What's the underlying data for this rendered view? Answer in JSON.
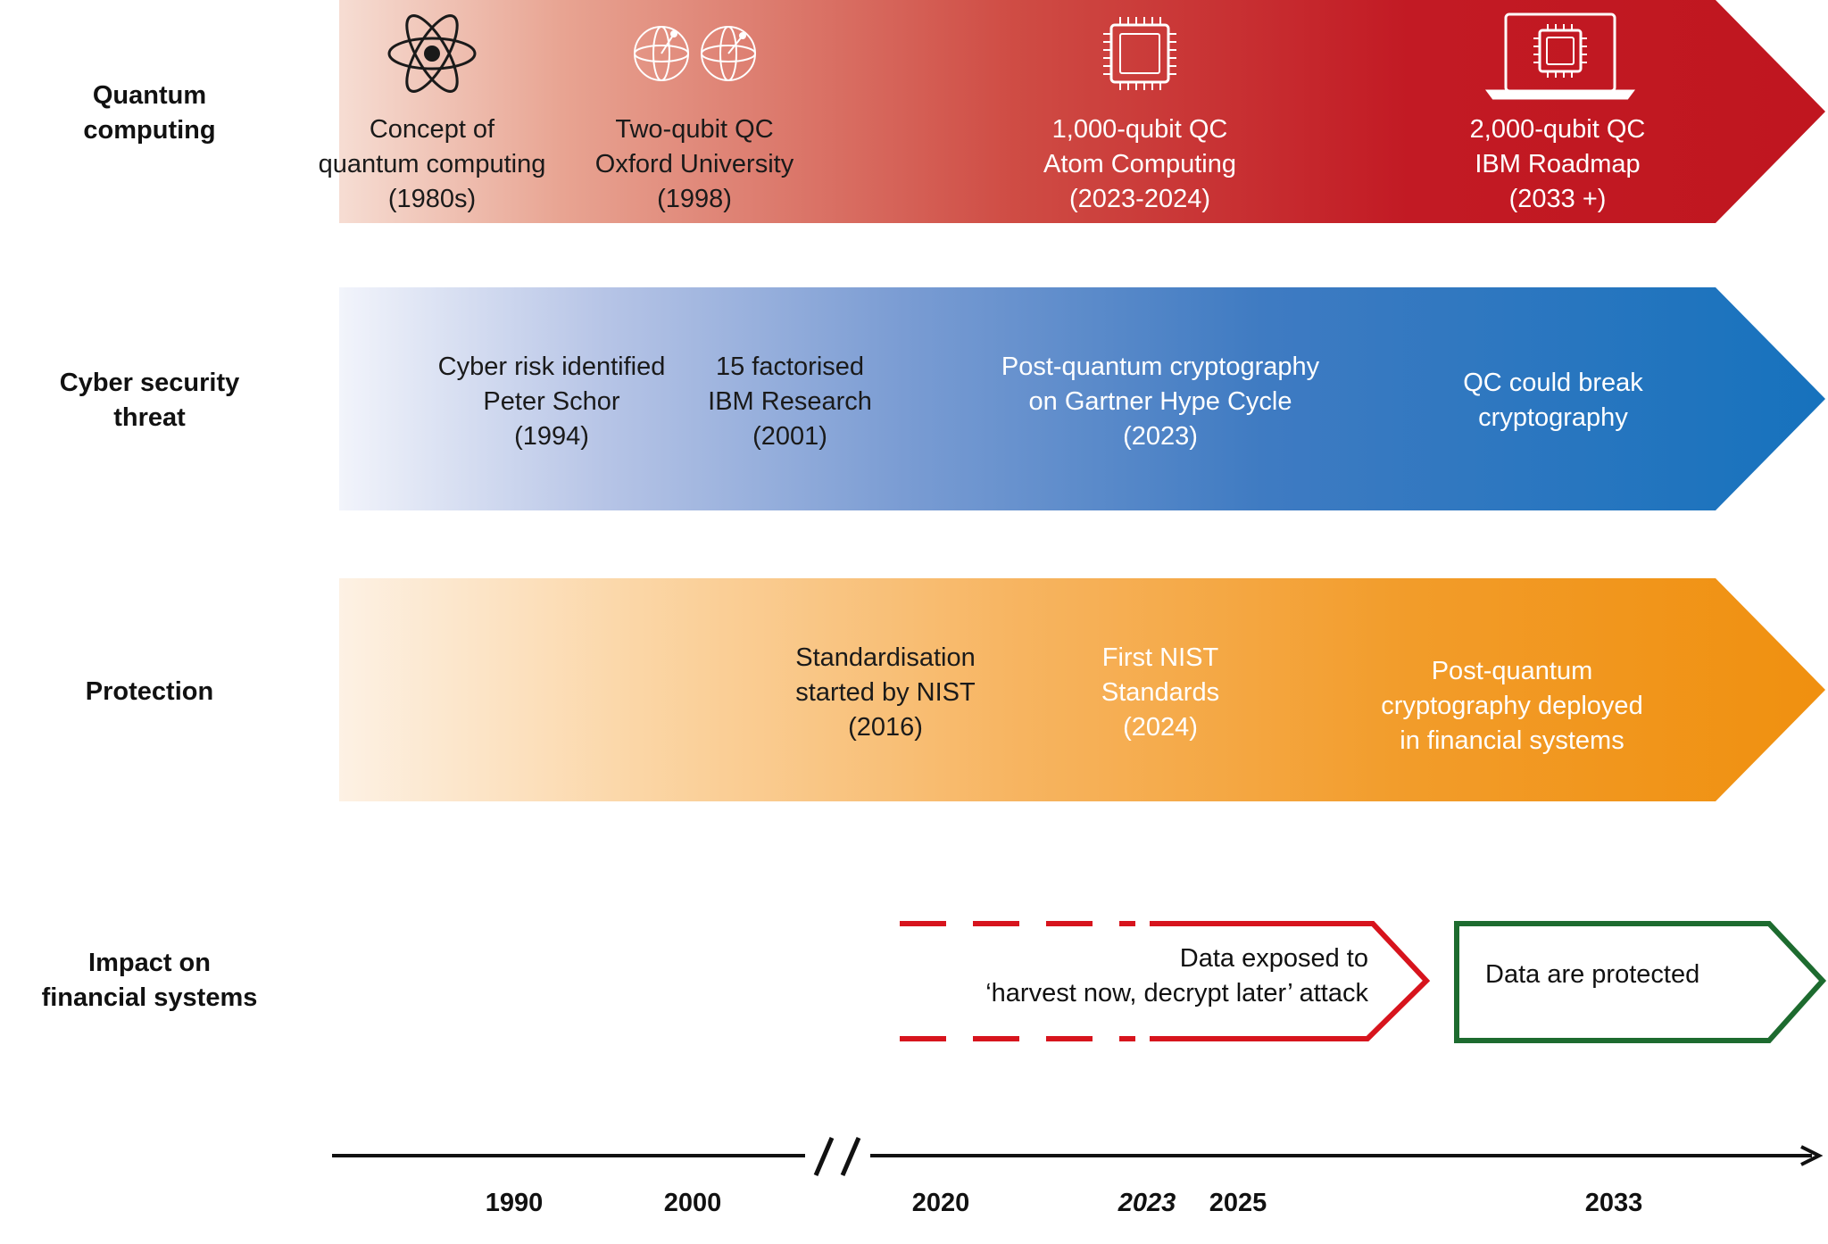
{
  "rows": {
    "quantum": {
      "label": "Quantum\ncomputing",
      "color": "#c0161f",
      "items": [
        {
          "text": "Concept of\nquantum computing\n(1980s)",
          "icon": "atom-icon"
        },
        {
          "text": "Two-qubit QC\nOxford University\n(1998)",
          "icon": "bloch-sphere-icon"
        },
        {
          "text": "1,000-qubit QC\nAtom Computing\n(2023-2024)",
          "icon": "chip-icon"
        },
        {
          "text": "2,000-qubit QC\nIBM Roadmap\n(2033 +)",
          "icon": "laptop-chip-icon"
        }
      ]
    },
    "cyber": {
      "label": "Cyber security\nthreat",
      "color": "#1672bd",
      "items": [
        {
          "text": "Cyber risk identified\nPeter Schor\n(1994)"
        },
        {
          "text": "15 factorised\nIBM Research\n(2001)"
        },
        {
          "text": "Post-quantum cryptography\non Gartner Hype Cycle\n(2023)"
        },
        {
          "text": "QC could break\ncryptography"
        }
      ]
    },
    "protection": {
      "label": "Protection",
      "color": "#f0900f",
      "items": [
        {
          "text": "Standardisation\nstarted by NIST\n(2016)"
        },
        {
          "text": "First NIST\nStandards\n(2024)"
        },
        {
          "text": "Post-quantum cryptography deployed\nin financial systems"
        }
      ]
    },
    "impact": {
      "label": "Impact on\nfinancial systems",
      "exposed": {
        "text": "Data exposed to\n‘harvest now, decrypt later’ attack",
        "color": "#d7141d"
      },
      "protected": {
        "text": "Data are protected",
        "color": "#1d6b2f"
      }
    }
  },
  "axis": {
    "break_symbol": "//",
    "ticks": [
      {
        "label": "1990",
        "italic": false
      },
      {
        "label": "2000",
        "italic": false
      },
      {
        "label": "2020",
        "italic": false
      },
      {
        "label": "2023",
        "italic": true
      },
      {
        "label": "2025",
        "italic": false
      },
      {
        "label": "2033",
        "italic": false
      }
    ]
  }
}
